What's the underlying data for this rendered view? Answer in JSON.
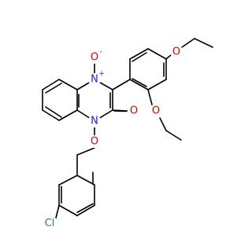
{
  "molecule": {
    "colors": {
      "bond": "#000000",
      "carbon": "#000000",
      "nitrogen": "#1f1fdc",
      "oxygen": "#e00000",
      "chlorine": "#1e9a1e"
    },
    "atoms": [
      {
        "id": "N_oxide",
        "label": "N",
        "element": "nitrogen",
        "charge": "+"
      },
      {
        "id": "O_oxide",
        "label": "O",
        "element": "oxygen",
        "charge": "-"
      },
      {
        "id": "N_amide",
        "label": "N",
        "element": "nitrogen",
        "charge": ""
      },
      {
        "id": "O_carbonyl",
        "label": "O",
        "element": "oxygen",
        "charge": ""
      },
      {
        "id": "O_benzyloxy",
        "label": "O",
        "element": "oxygen",
        "charge": ""
      },
      {
        "id": "O_ethoxy_para",
        "label": "O",
        "element": "oxygen",
        "charge": ""
      },
      {
        "id": "O_ethoxy_ortho",
        "label": "O",
        "element": "oxygen",
        "charge": ""
      },
      {
        "id": "Cl",
        "label": "Cl",
        "element": "chlorine",
        "charge": ""
      }
    ]
  }
}
